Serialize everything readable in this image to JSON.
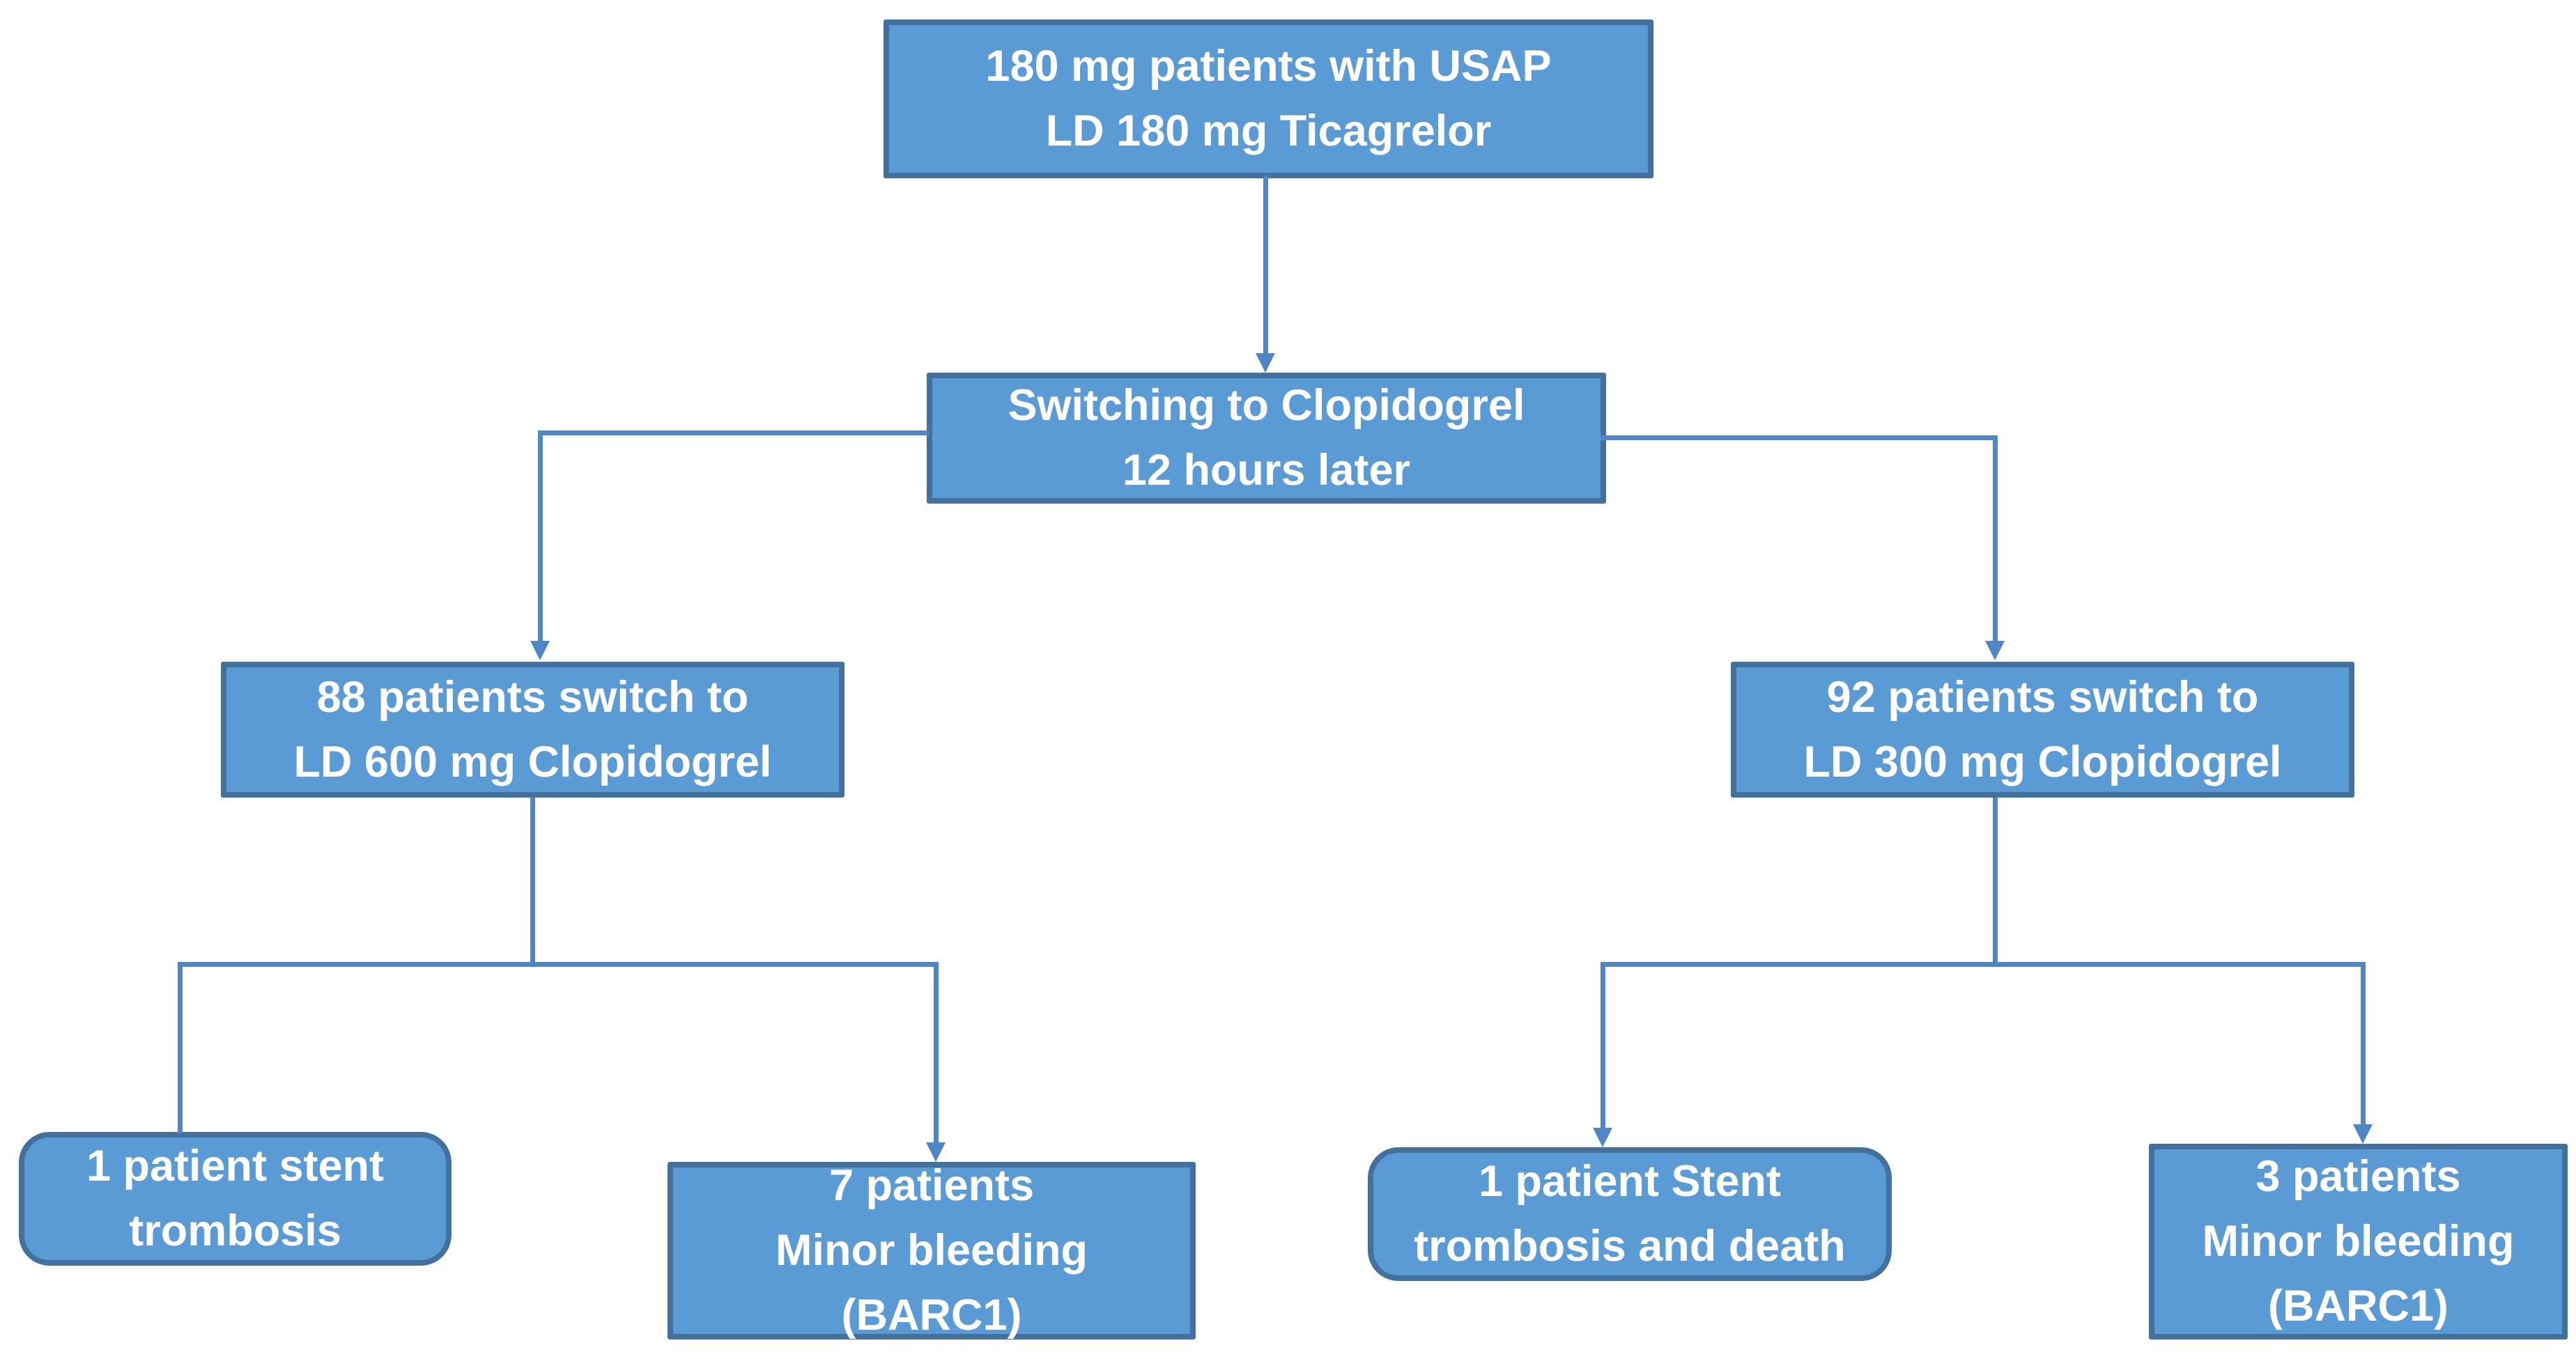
{
  "figure": {
    "type": "flowchart",
    "background": "#ffffff"
  },
  "colors": {
    "node_fill": "#5B9BD5",
    "node_border": "#41719C",
    "connector": "#4F87C6",
    "text": "#FFFFFF"
  },
  "nodes": {
    "ticagrelor": {
      "lines": [
        "180 mg patients with USAP",
        "LD 180 mg Ticagrelor"
      ]
    },
    "switching": {
      "lines": [
        "Switching to Clopidogrel",
        "12 hours later"
      ]
    },
    "ld600": {
      "lines": [
        "88 patients switch to",
        "LD 600 mg Clopidogrel"
      ]
    },
    "ld300": {
      "lines": [
        "92 patients switch to",
        "LD 300 mg Clopidogrel"
      ]
    },
    "stent_left": {
      "lines": [
        "1 patient stent",
        "trombosis"
      ]
    },
    "bleed_left": {
      "lines": [
        "7 patients",
        "Minor bleeding",
        "(BARC1)"
      ]
    },
    "stent_right": {
      "lines": [
        "1 patient Stent",
        "trombosis and death"
      ]
    },
    "bleed_right": {
      "lines": [
        "3 patients",
        "Minor bleeding",
        "(BARC1)"
      ]
    }
  },
  "edges": [
    {
      "from": "ticagrelor",
      "to": "switching",
      "arrow": true
    },
    {
      "from": "switching",
      "to": "ld600",
      "arrow": true
    },
    {
      "from": "switching",
      "to": "ld300",
      "arrow": true
    },
    {
      "from": "ld600",
      "to": "stent_left",
      "arrow": false
    },
    {
      "from": "ld600",
      "to": "bleed_left",
      "arrow": true
    },
    {
      "from": "ld300",
      "to": "stent_right",
      "arrow": true
    },
    {
      "from": "ld300",
      "to": "bleed_right",
      "arrow": true
    }
  ]
}
